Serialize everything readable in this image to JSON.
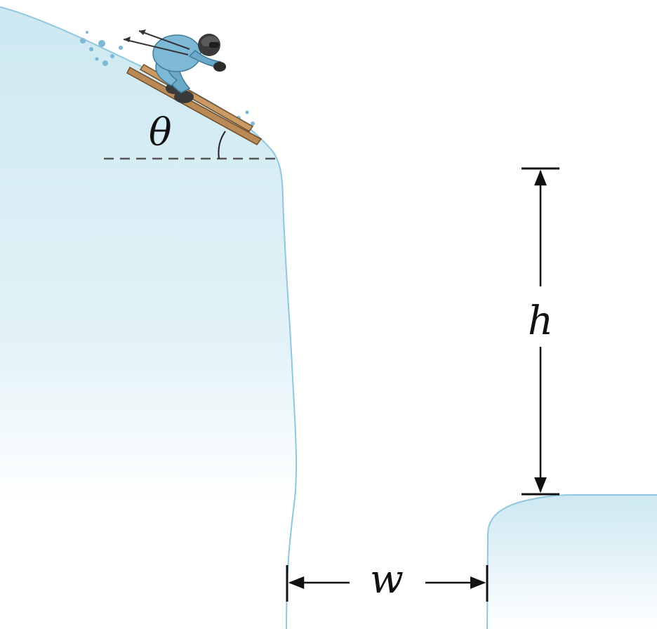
{
  "labels": {
    "angle": "θ",
    "height": "h",
    "width": "w"
  },
  "colors": {
    "snow_top": "#cfe9f1",
    "snow_bottom": "#ffffff",
    "snow_edge": "#8fc6e0",
    "skier_suit": "#7db8d6",
    "skis": "#b98a56",
    "ink": "#111111"
  }
}
